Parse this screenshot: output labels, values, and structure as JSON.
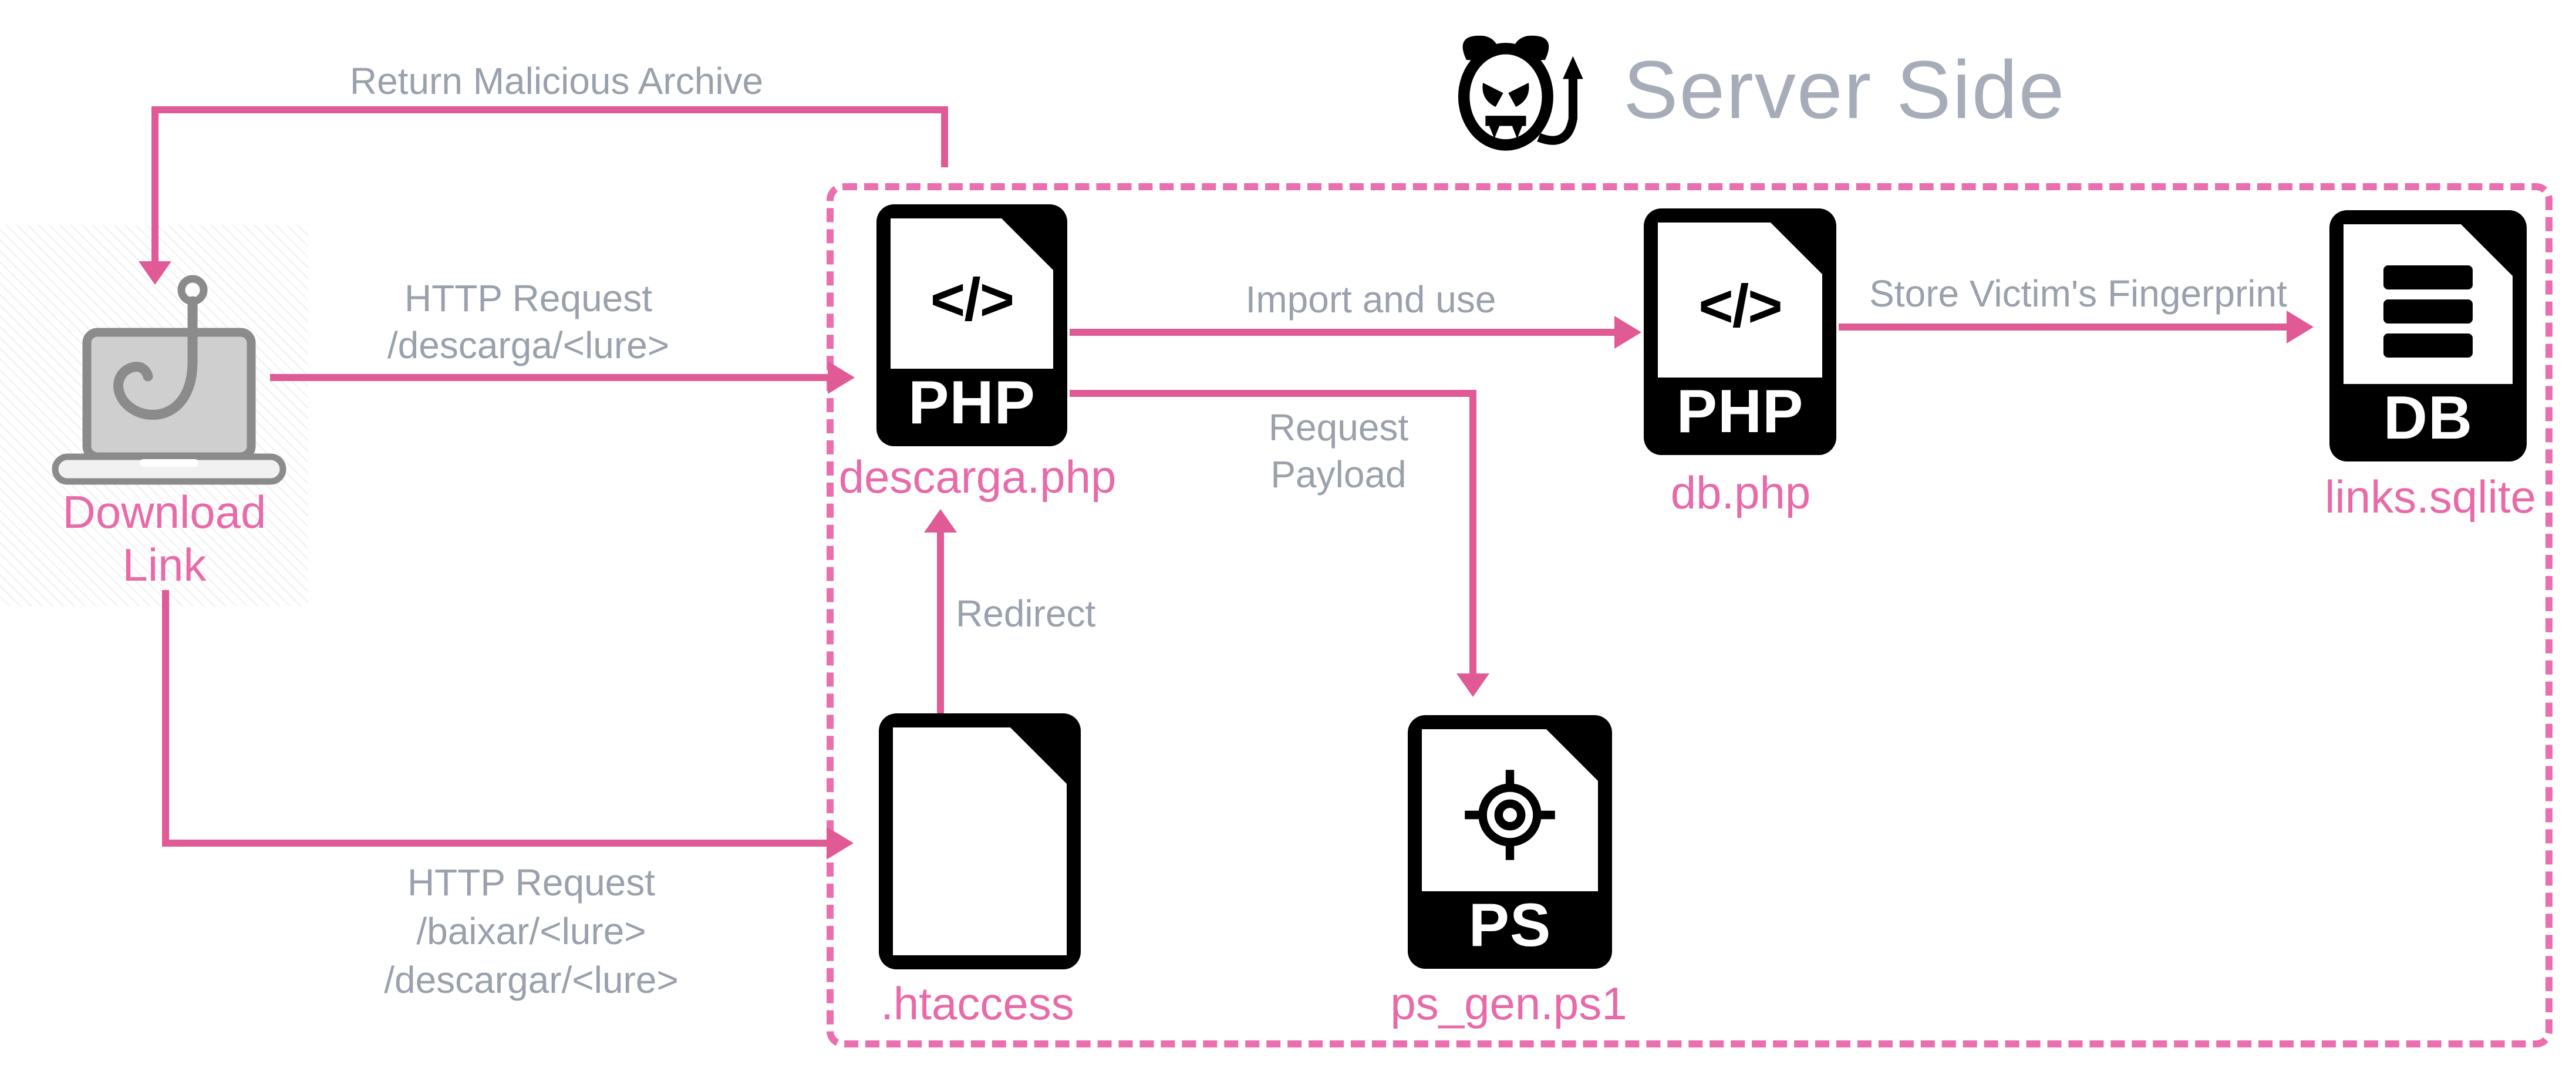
{
  "header": {
    "title": "Server Side",
    "icon": "devil-emoticon-icon"
  },
  "colors": {
    "arrow_pink": "#e05a96",
    "boundary_dash_pink": "#ea6fae",
    "node_label_pink": "#e86aa8",
    "edge_label_gray": "#9aa1ac",
    "title_gray": "#a6adb8",
    "icon_black": "#000000",
    "laptop_gray": "#8b8b8b"
  },
  "nodes": {
    "download_link": {
      "label": "Download\nLink",
      "icon": "laptop-hook-icon"
    },
    "descarga": {
      "label": "descarga.php",
      "badge": "PHP",
      "glyph": "</>",
      "icon": "php-file-icon"
    },
    "db": {
      "label": "db.php",
      "badge": "PHP",
      "glyph": "</>",
      "icon": "php-file-icon"
    },
    "links_sqlite": {
      "label": "links.sqlite",
      "badge": "DB",
      "icon": "db-file-icon"
    },
    "htaccess": {
      "label": ".htaccess",
      "icon": "blank-file-icon"
    },
    "ps_gen": {
      "label": "ps_gen.ps1",
      "badge": "PS",
      "icon": "ps-file-icon"
    }
  },
  "edges": {
    "return_archive": {
      "label": "Return Malicious Archive",
      "from": "descarga.php",
      "to": "Download Link"
    },
    "http_descarga": {
      "label": "HTTP Request\n/descarga/<lure>",
      "from": "Download Link",
      "to": "descarga.php"
    },
    "import_use": {
      "label": "Import and use",
      "from": "descarga.php",
      "to": "db.php"
    },
    "store_fingerprint": {
      "label": "Store Victim's Fingerprint",
      "from": "db.php",
      "to": "links.sqlite"
    },
    "request_payload": {
      "label": "Request\nPayload",
      "from": "descarga.php",
      "to": "ps_gen.ps1"
    },
    "redirect": {
      "label": "Redirect",
      "from": ".htaccess",
      "to": "descarga.php"
    },
    "http_baixar": {
      "label": "HTTP Request\n/baixar/<lure>\n/descargar/<lure>",
      "from": "Download Link",
      "to": ".htaccess"
    }
  }
}
